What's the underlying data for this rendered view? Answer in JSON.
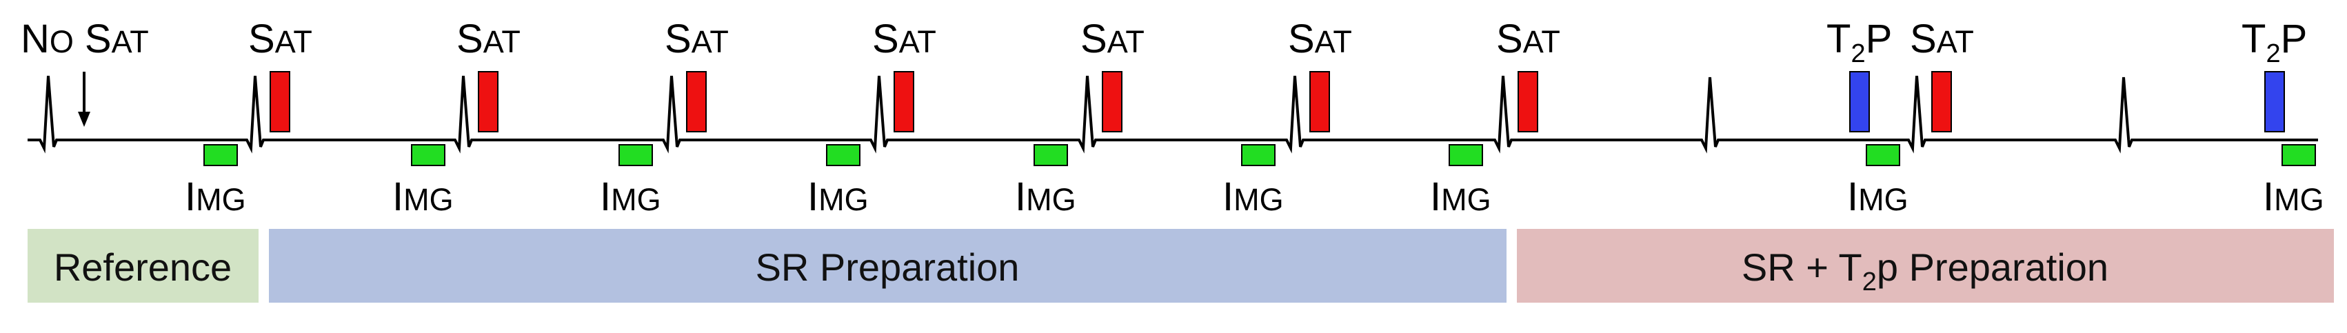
{
  "labels": {
    "no_sat": "No Sat",
    "sat": "Sat",
    "img": "Img",
    "t2p": "T2P"
  },
  "phases": [
    {
      "id": "reference",
      "label": "Reference",
      "color": "#d2e3c5"
    },
    {
      "id": "sr",
      "label": "SR Preparation",
      "color": "#b3c1e0"
    },
    {
      "id": "srt2p",
      "label": "SR + T2p Preparation",
      "color": "#e2bcbc"
    }
  ],
  "colors": {
    "sat_pulse": "#ee1111",
    "t2p_pulse": "#3344ee",
    "img_block": "#22dd22",
    "line": "#000000"
  }
}
